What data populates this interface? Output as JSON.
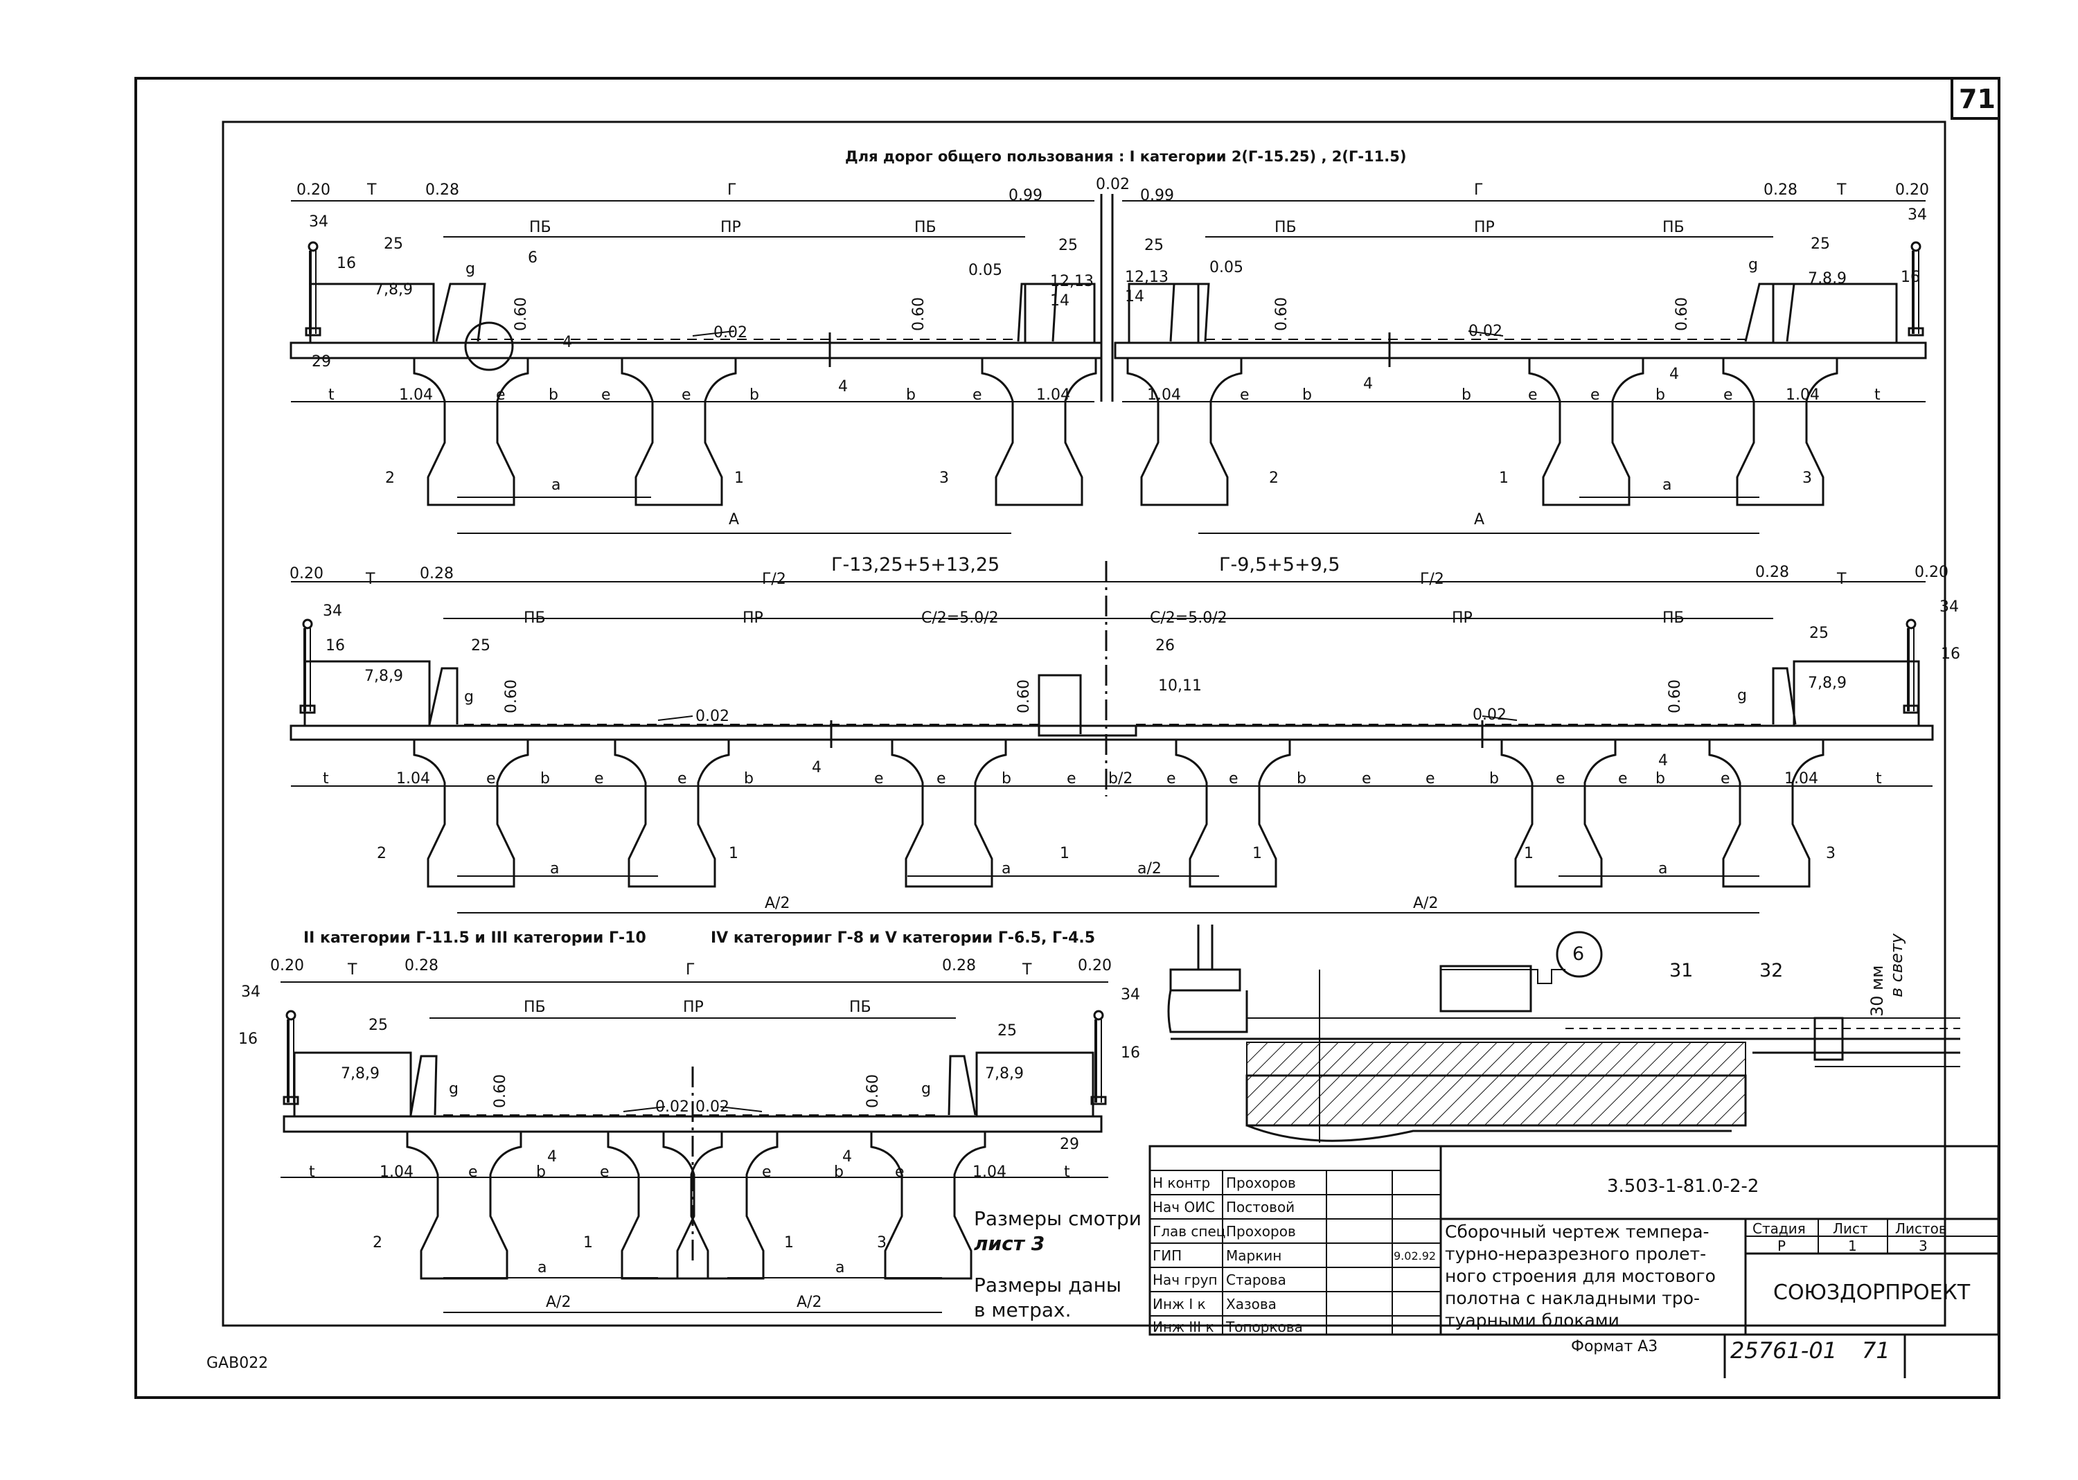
{
  "sheet_number": "71",
  "headers": {
    "cat1": "Для дорог общего пользования : I категории 2(Г-15.25) , 2(Г-11.5)",
    "mid_left": "Г-13,25+5+13,25",
    "mid_right": "Г-9,5+5+9,5",
    "cat2_3": "II категории Г-11.5 и III категории Г-10",
    "cat4_5": "IV категорииг Г-8 и V категории Г-6.5, Г-4.5"
  },
  "dims": {
    "d020": "0.20",
    "T": "Т",
    "d028": "0.28",
    "G": "Г",
    "d099": "0.99",
    "d002": "0.02",
    "PB": "ПБ",
    "PR": "ПР",
    "d005": "0.05",
    "d060": "0.60",
    "t": "t",
    "d104": "1.04",
    "e": "e",
    "b": "b",
    "a": "a",
    "A": "A",
    "G2": "Г/2",
    "C2": "С/2=5.0/2",
    "b2": "b/2",
    "a2": "a/2",
    "A2": "А/2",
    "g": "g",
    "n34": "34",
    "n16": "16",
    "n25": "25",
    "n789": "7,8,9",
    "n6": "6",
    "n4": "4",
    "n29": "29",
    "n2": "2",
    "n1": "1",
    "n3": "3",
    "n1213": "12,13",
    "n14": "14",
    "n26": "26",
    "n1011": "10,11",
    "n31": "31",
    "n32": "32"
  },
  "detail": {
    "marker": "6",
    "note_1": "30 мм",
    "note_2": "в свету"
  },
  "notes": {
    "sizes_see_1": "Размеры смотри",
    "sizes_see_2": "лист 3",
    "sizes_in_1": "Размеры даны",
    "sizes_in_2": "в метрах."
  },
  "title_block": {
    "doc_code": "3.503-1-81.0-2-2",
    "title_lines": [
      "Сборочный чертеж темпера-",
      "турно-неразрезного пролет-",
      "ного строения для мостового",
      "полотна с накладными тро-",
      "туарными блоками"
    ],
    "roles": [
      {
        "role": "Н контр",
        "name": "Прохоров"
      },
      {
        "role": "Нач ОИС",
        "name": "Постовой"
      },
      {
        "role": "Глав спец",
        "name": "Прохоров"
      },
      {
        "role": "ГИП",
        "name": "Маркин"
      },
      {
        "role": "Нач груп",
        "name": "Старова"
      },
      {
        "role": "Инж I к",
        "name": "Хазова"
      },
      {
        "role": "Инж III к",
        "name": "Топорковa"
      }
    ],
    "sign_date": "9.02.92",
    "stage_label": "Стадия",
    "sheet_label": "Лист",
    "sheets_label": "Листов",
    "stage": "Р",
    "sheet": "1",
    "sheets": "3",
    "org": "СОЮЗДОРПРОЕКТ",
    "format": "Формат А3",
    "archive_no": "25761-01",
    "archive_sheet": "71"
  },
  "corner_code": "GAB022"
}
